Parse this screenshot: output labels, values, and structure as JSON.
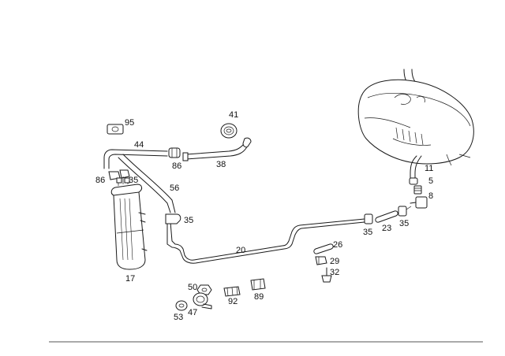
{
  "callouts": [
    {
      "id": "95",
      "label": "95"
    },
    {
      "id": "41",
      "label": "41"
    },
    {
      "id": "44",
      "label": "44"
    },
    {
      "id": "86-top",
      "label": "86"
    },
    {
      "id": "38",
      "label": "38"
    },
    {
      "id": "86-left",
      "label": "86"
    },
    {
      "id": "35-left",
      "label": "35"
    },
    {
      "id": "56",
      "label": "56"
    },
    {
      "id": "35-mid",
      "label": "35"
    },
    {
      "id": "17",
      "label": "17"
    },
    {
      "id": "20",
      "label": "20"
    },
    {
      "id": "11",
      "label": "11"
    },
    {
      "id": "5",
      "label": "5"
    },
    {
      "id": "8",
      "label": "8"
    },
    {
      "id": "35-right1",
      "label": "35"
    },
    {
      "id": "23",
      "label": "23"
    },
    {
      "id": "35-right2",
      "label": "35"
    },
    {
      "id": "26",
      "label": "26"
    },
    {
      "id": "29",
      "label": "29"
    },
    {
      "id": "32",
      "label": "32"
    },
    {
      "id": "50",
      "label": "50"
    },
    {
      "id": "92",
      "label": "92"
    },
    {
      "id": "89",
      "label": "89"
    },
    {
      "id": "47",
      "label": "47"
    },
    {
      "id": "53",
      "label": "53"
    }
  ]
}
